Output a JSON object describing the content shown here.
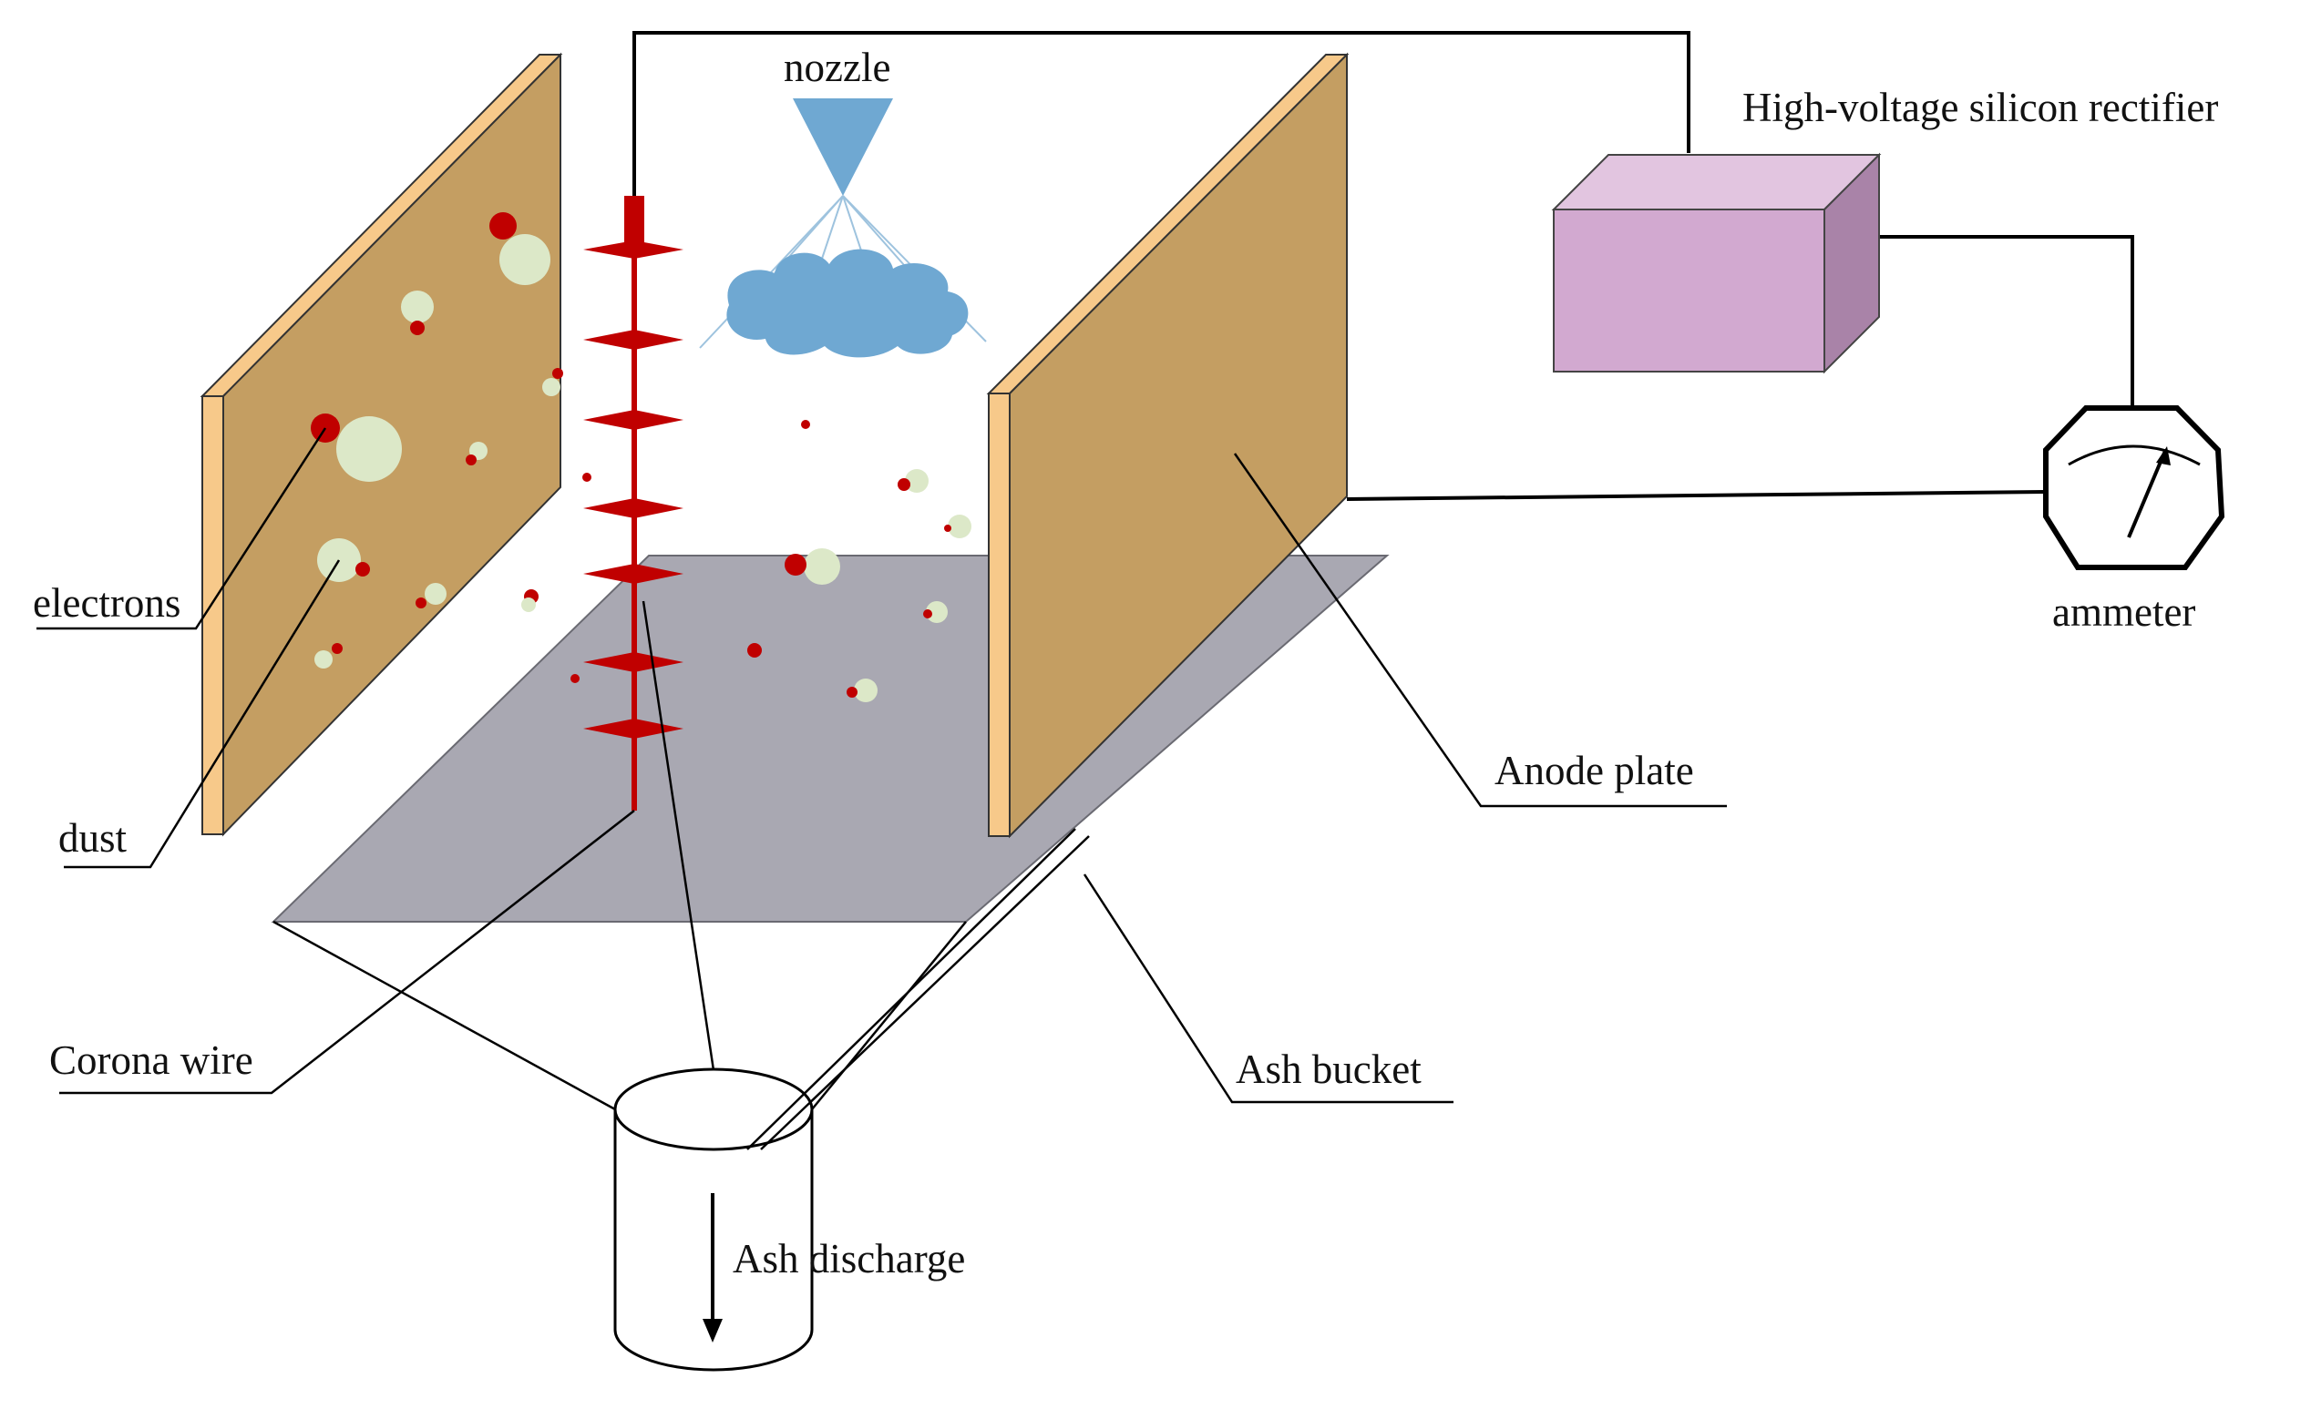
{
  "labels": {
    "nozzle": "nozzle",
    "rectifier": "High-voltage silicon rectifier",
    "electrons": "electrons",
    "dust": "dust",
    "anode_plate": "Anode plate",
    "ammeter": "ammeter",
    "corona_wire": "Corona wire",
    "ash_bucket": "Ash bucket",
    "ash_discharge": "Ash discharge"
  },
  "colors": {
    "plate_face": "#C49E62",
    "plate_edge": "#F7C98A",
    "electron": "#C00000",
    "dust": "#DCE8C8",
    "floor": "#A9A8B2",
    "rectifier_front": "#D2A9D0",
    "rectifier_top": "#E2C5E0",
    "rectifier_side": "#A983A8",
    "nozzle": "#6FA8D2",
    "corona_wire": "#C00000",
    "line": "#000000"
  }
}
